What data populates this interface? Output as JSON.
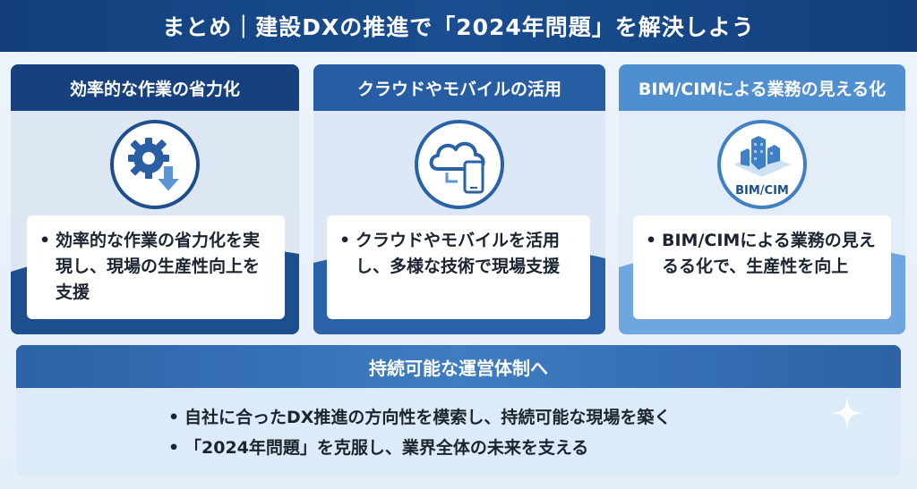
{
  "header": {
    "title": "まとめ｜建設DXの推進で「2024年問題」を解決しよう"
  },
  "cards": [
    {
      "heading": "効率的な作業の省力化",
      "icon": "gear-down-arrow-icon",
      "text": "効率的な作業の省力化を実現し、現場の生産性向上を支援"
    },
    {
      "heading": "クラウドやモバイルの活用",
      "icon": "cloud-smartphone-icon",
      "text": "クラウドやモバイルを活用し、多様な技術で現場支援"
    },
    {
      "heading": "BIM/CIMによる業務の見える化",
      "icon": "bim-city-icon",
      "icon_label": "BIM/CIM",
      "text": "BIM/CIMによる業務の見えるる化で、生産性を向上"
    }
  ],
  "bottom": {
    "heading": "持続可能な運営体制へ",
    "items": [
      "自社に合ったDX推進の方向性を模索し、持続可能な現場を築く",
      "「2024年問題」を克服し、業界全体の未来を支える"
    ]
  },
  "bullet": "•",
  "colors": {
    "header": "#123f7c",
    "card1_head": "#16407e",
    "card2_head": "#275da2",
    "card3_head": "#4f8fd0",
    "bottom_head": "#3f7cc0"
  }
}
